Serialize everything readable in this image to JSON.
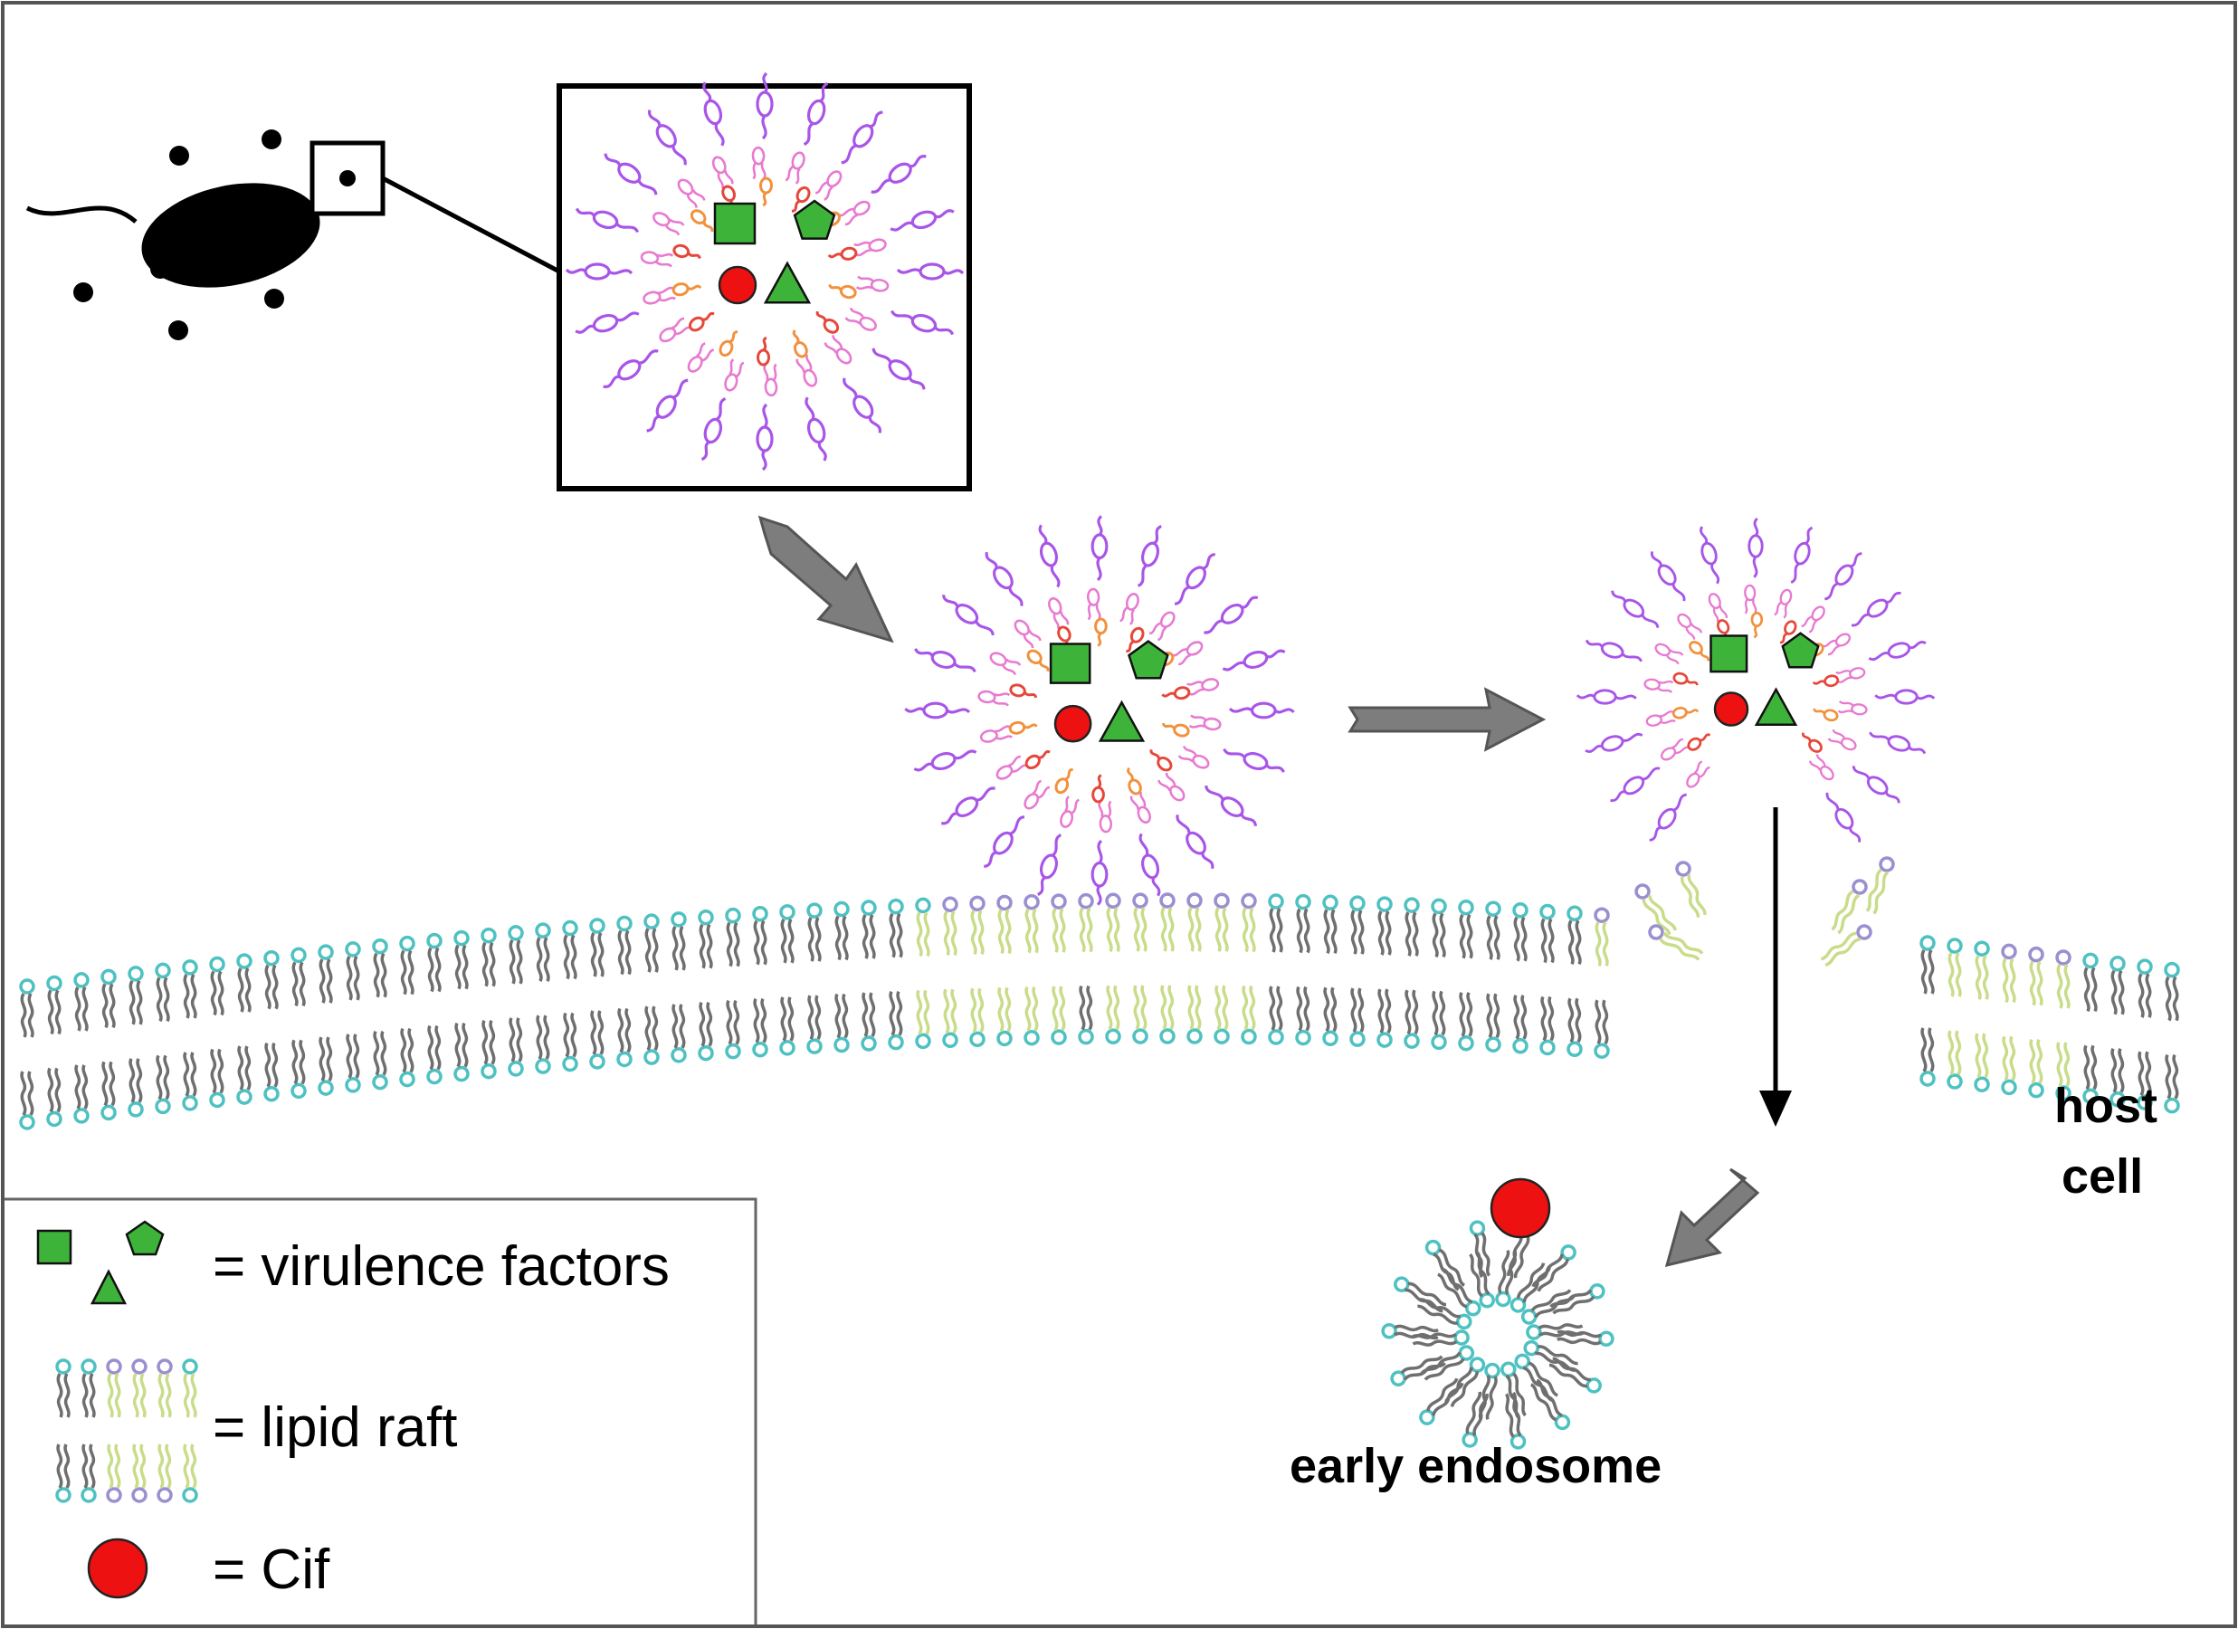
{
  "legend": {
    "virulence_factors_label": "= virulence factors",
    "lipid_raft_label": "= lipid raft",
    "cif_label": "= Cif"
  },
  "labels": {
    "host_cell_line1": "host",
    "host_cell_line2": "cell",
    "early_endosome": "early endosome"
  },
  "colors": {
    "virulence_factor_green": "#3db33a",
    "cif_red": "#ee1111",
    "outer_lipid_purple": "#a855e8",
    "inner_lipid_pink": "#e87ad0",
    "core_lipid_orange": "#f2913d",
    "core_lipid_red": "#e5483a",
    "membrane_head_teal": "#4fc1c1",
    "raft_head_purple": "#9a8fd0",
    "raft_tail_green": "#c9dc8a",
    "membrane_tail_gray": "#6f6f6f",
    "arrow_gray": "#7d7d7d"
  }
}
